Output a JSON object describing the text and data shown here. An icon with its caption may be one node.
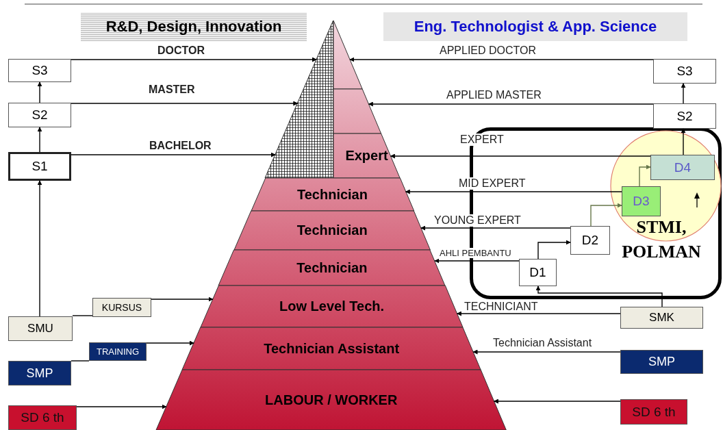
{
  "diagram": {
    "nodes": [
      {
        "text": [
          "R&D, Design, Innovation"
        ]
      },
      {
        "text": [
          "Eng. Technologist & App. Science"
        ]
      },
      {
        "text": [],
        "shape": "triangle"
      },
      {
        "text": [],
        "shape": "triangle"
      },
      {
        "text": [],
        "shape": "band"
      },
      {
        "text": [
          "Expert"
        ]
      },
      {
        "text": [
          "Technician"
        ]
      },
      {
        "text": [
          "Technician"
        ]
      },
      {
        "text": [
          "Technician"
        ]
      },
      {
        "text": [
          "Low Level Tech."
        ]
      },
      {
        "text": [
          "Technician Assistant"
        ]
      },
      {
        "text": [
          "LABOUR / WORKER"
        ]
      },
      {
        "text": [
          "S3"
        ]
      },
      {
        "text": [
          "S2"
        ]
      },
      {
        "text": [
          "S1"
        ]
      },
      {
        "text": [
          "KURSUS"
        ]
      },
      {
        "text": [
          "SMU"
        ]
      },
      {
        "text": [
          "TRAINING"
        ]
      },
      {
        "text": [
          "SMP"
        ]
      },
      {
        "text": [
          "SD 6 th"
        ]
      },
      {
        "text": [
          "S3"
        ]
      },
      {
        "text": [
          "S2"
        ]
      },
      {
        "text": [],
        "shape": "box"
      },
      {
        "text": [
          "STMI, POLMAN"
        ],
        "in": 22
      },
      {
        "text": [
          "D4"
        ],
        "in": 23
      },
      {
        "text": [
          "D3"
        ],
        "in": 23
      },
      {
        "text": [
          "D2"
        ],
        "in": 22
      },
      {
        "text": [
          "D1"
        ],
        "in": 22
      },
      {
        "text": [
          "SMK"
        ]
      },
      {
        "text": [
          "SMP"
        ]
      },
      {
        "text": [
          "SD 6 th"
        ]
      }
    ],
    "edges": [
      {
        "from": 12,
        "to": 2,
        "arrow": "to",
        "label": "DOCTOR"
      },
      {
        "from": 13,
        "to": 2,
        "arrow": "to",
        "label": "MASTER"
      },
      {
        "from": 14,
        "to": 2,
        "arrow": "to",
        "label": "BACHELOR"
      },
      {
        "from": 13,
        "to": 12,
        "arrow": "to"
      },
      {
        "from": 14,
        "to": 13,
        "arrow": "to"
      },
      {
        "from": 16,
        "to": 14,
        "arrow": "to"
      },
      {
        "from": 16,
        "to": 15,
        "arrow": "none"
      },
      {
        "from": 15,
        "to": 9,
        "arrow": "to"
      },
      {
        "from": 18,
        "to": 17,
        "arrow": "none"
      },
      {
        "from": 17,
        "to": 10,
        "arrow": "to"
      },
      {
        "from": 19,
        "to": 11,
        "arrow": "to"
      },
      {
        "from": 20,
        "to": 3,
        "arrow": "to",
        "label": "APPLIED DOCTOR"
      },
      {
        "from": 21,
        "to": 4,
        "arrow": "to",
        "label": "APPLIED MASTER"
      },
      {
        "from": 21,
        "to": 20,
        "arrow": "to"
      },
      {
        "from": 24,
        "to": 5,
        "arrow": "to",
        "label": "EXPERT"
      },
      {
        "from": 24,
        "to": 21,
        "arrow": "to"
      },
      {
        "from": 25,
        "to": 24,
        "arrow": "to",
        "color": "#66774a"
      },
      {
        "from": 26,
        "to": 25,
        "arrow": "to",
        "color": "#66774a"
      },
      {
        "from": 27,
        "to": 26,
        "arrow": "to"
      },
      {
        "from": 25,
        "to": 6,
        "arrow": "to",
        "label": "MID EXPERT"
      },
      {
        "from": 26,
        "to": 7,
        "arrow": "to",
        "label": "YOUNG EXPERT"
      },
      {
        "from": 27,
        "to": 8,
        "arrow": "to",
        "label": "AHLI PEMBANTU"
      },
      {
        "from": 28,
        "to": 27,
        "arrow": "to"
      },
      {
        "from": 28,
        "to": 9,
        "arrow": "to",
        "label": "TECHNICIANT"
      },
      {
        "from": 29,
        "to": 10,
        "arrow": "to",
        "label": "Technician Assistant"
      },
      {
        "from": 30,
        "to": 11,
        "arrow": "to"
      }
    ]
  }
}
